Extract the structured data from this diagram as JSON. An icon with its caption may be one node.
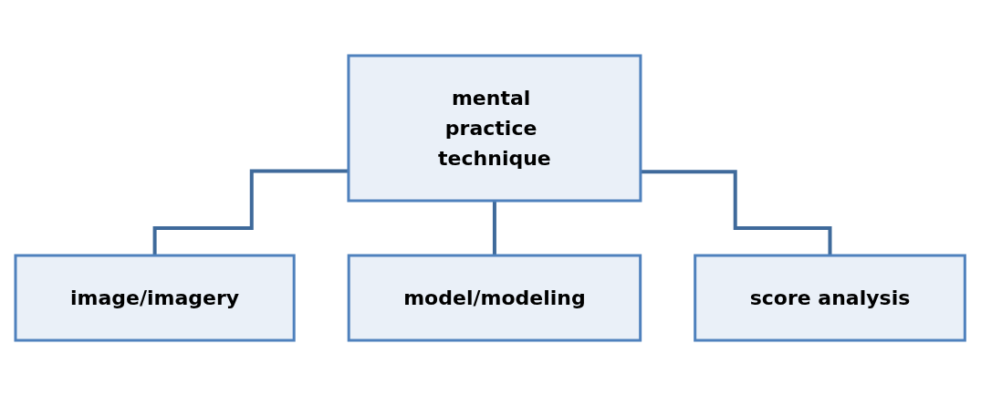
{
  "diagram": {
    "nodes": [
      {
        "text": [
          "mental practice technique"
        ]
      },
      {
        "text": [
          "image/imagery"
        ]
      },
      {
        "text": [
          "model/modeling"
        ]
      },
      {
        "text": [
          "score analysis"
        ]
      }
    ],
    "edges": [
      {
        "from": 0,
        "to": 1,
        "arrow": "none"
      },
      {
        "from": 0,
        "to": 2,
        "arrow": "none"
      },
      {
        "from": 0,
        "to": 3,
        "arrow": "none"
      }
    ]
  }
}
